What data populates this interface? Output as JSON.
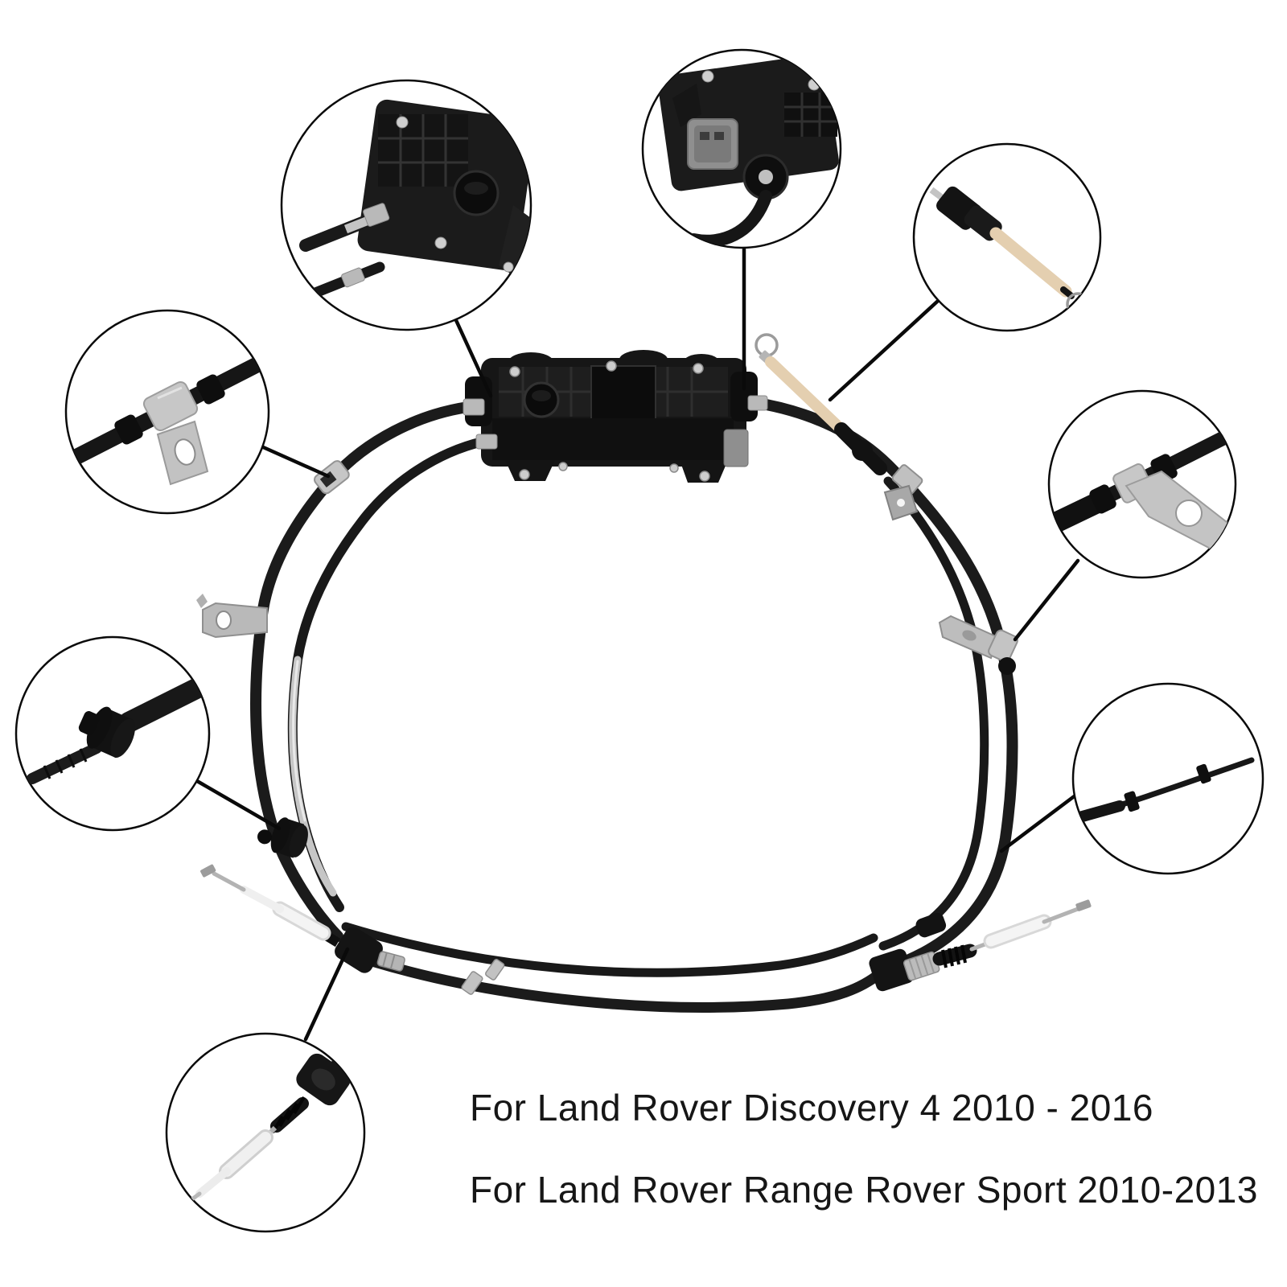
{
  "image": {
    "background": "#ffffff",
    "subject": "electronic-parking-brake-actuator-with-cables"
  },
  "captions": {
    "line1": "For Land Rover Discovery 4 2010 - 2016",
    "line2": "For Land Rover Range Rover Sport 2010-2013"
  },
  "colors": {
    "cable_black": "#1b1b1b",
    "housing_black": "#161616",
    "metal_silver": "#c4c4c4",
    "beige_sleeve": "#e4cfb0",
    "white_part": "#f2f2f2",
    "callout_border": "#0a0a0a",
    "leader_line": "#0a0a0a",
    "text": "#161616"
  },
  "callouts": [
    {
      "id": "c1",
      "name": "actuator-cable-inlet-detail"
    },
    {
      "id": "c2",
      "name": "actuator-connector-detail"
    },
    {
      "id": "c3",
      "name": "emergency-release-cable-detail"
    },
    {
      "id": "c4",
      "name": "cable-mount-tab-detail"
    },
    {
      "id": "c5",
      "name": "cable-mount-bracket-detail"
    },
    {
      "id": "c6",
      "name": "cable-grommet-detail"
    },
    {
      "id": "c7",
      "name": "cable-sleeve-clip-detail"
    },
    {
      "id": "c8",
      "name": "brake-cable-end-detail"
    }
  ]
}
